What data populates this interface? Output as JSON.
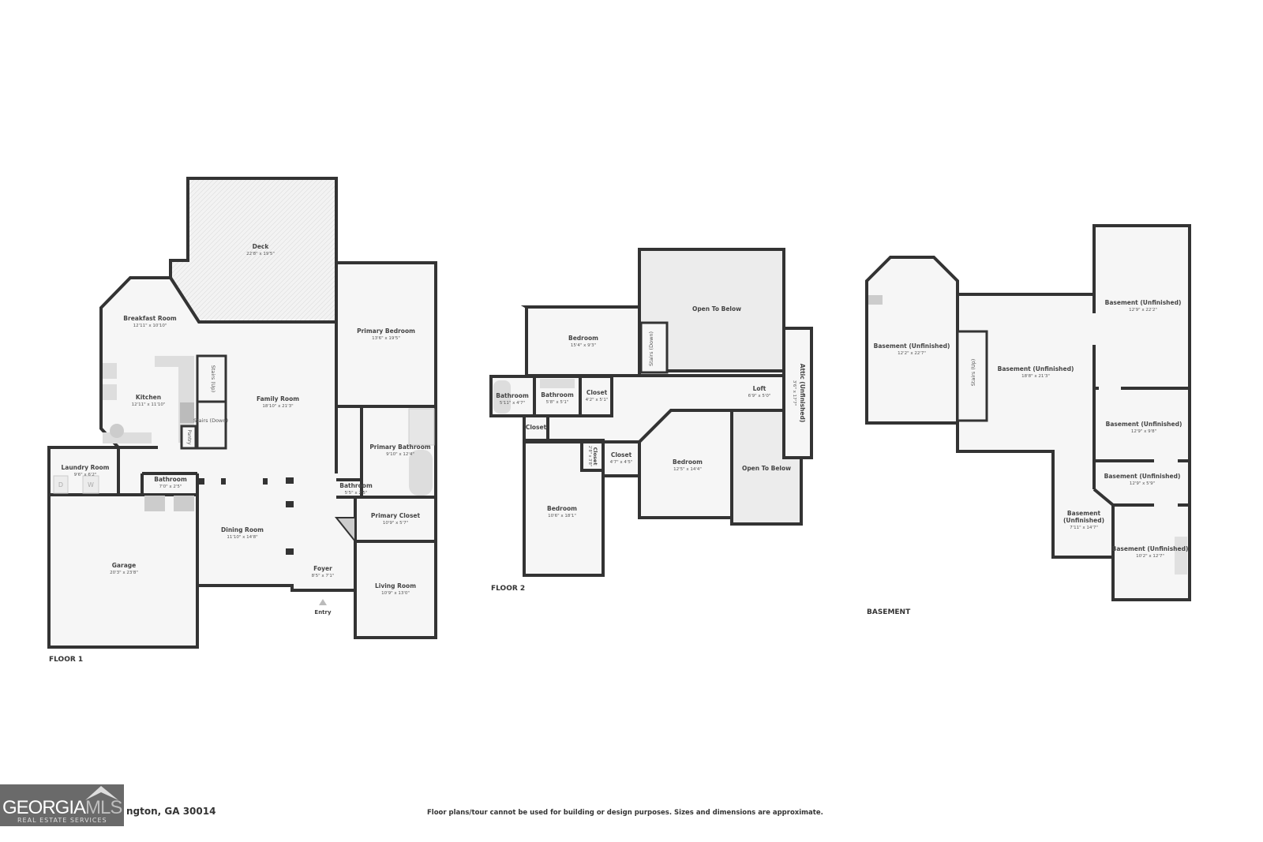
{
  "floor1": {
    "label": "FLOOR 1",
    "entry": "Entry",
    "rooms": [
      {
        "name": "Deck",
        "dims": "22'8\" x 19'5\""
      },
      {
        "name": "Breakfast Room",
        "dims": "12'11\" x 10'10\""
      },
      {
        "name": "Primary Bedroom",
        "dims": "13'6\" x 19'5\""
      },
      {
        "name": "Kitchen",
        "dims": "12'11\" x 11'10\""
      },
      {
        "name": "Family Room",
        "dims": "18'10\" x 21'3\""
      },
      {
        "name": "Primary Bathroom",
        "dims": "9'10\" x 12'4\""
      },
      {
        "name": "Laundry Room",
        "dims": "9'6\" x 6'2\""
      },
      {
        "name": "Bathroom",
        "dims": "7'0\" x 2'5\""
      },
      {
        "name": "Bathroom",
        "dims": "5'5\" x 2'5\""
      },
      {
        "name": "Primary Closet",
        "dims": "10'9\" x 5'7\""
      },
      {
        "name": "Dining Room",
        "dims": "11'10\" x 14'8\""
      },
      {
        "name": "Garage",
        "dims": "20'3\" x 23'8\""
      },
      {
        "name": "Foyer",
        "dims": "8'5\" x 7'1\""
      },
      {
        "name": "Living Room",
        "dims": "10'9\" x 13'0\""
      }
    ],
    "stairs_up": "Stairs (Up)",
    "stairs_down": "Stairs (Down)",
    "pantry": "Pantry",
    "appliances": {
      "dryer": "D",
      "washer": "W"
    }
  },
  "floor2": {
    "label": "FLOOR 2",
    "rooms": [
      {
        "name": "Open To Below",
        "dims": ""
      },
      {
        "name": "Bedroom",
        "dims": "15'4\" x 9'3\""
      },
      {
        "name": "Bathroom",
        "dims": "5'11\" x 4'7\""
      },
      {
        "name": "Bathroom",
        "dims": "5'8\" x 5'1\""
      },
      {
        "name": "Closet",
        "dims": "4'2\" x 5'1\""
      },
      {
        "name": "Loft",
        "dims": "6'9\" x 5'0\""
      },
      {
        "name": "Closet",
        "dims": ""
      },
      {
        "name": "Closet",
        "dims": "4'7\" x 4'5\""
      },
      {
        "name": "Bedroom",
        "dims": "12'5\" x 14'4\""
      },
      {
        "name": "Open To Below",
        "dims": ""
      },
      {
        "name": "Bedroom",
        "dims": "10'6\" x 18'1\""
      }
    ],
    "stairs_down": "Stairs (Down)",
    "attic": {
      "name": "Attic (Unfinished)",
      "dims": "3'6\" x 17'7\""
    },
    "closet_small": {
      "name": "Closet",
      "dims": "2'8\" x 3'8\""
    }
  },
  "basement": {
    "label": "BASEMENT",
    "rooms": [
      {
        "name": "Basement (Unfinished)",
        "dims": "12'2\" x 22'7\""
      },
      {
        "name": "Basement (Unfinished)",
        "dims": "18'8\" x 21'3\""
      },
      {
        "name": "Basement (Unfinished)",
        "dims": "12'9\" x 22'2\""
      },
      {
        "name": "Basement (Unfinished)",
        "dims": "12'9\" x 9'8\""
      },
      {
        "name": "Basement (Unfinished)",
        "dims": "12'9\" x 5'9\""
      },
      {
        "name": "Basement (Unfinished)",
        "dims": "10'2\" x 12'7\""
      }
    ],
    "narrow_room": {
      "line1": "Basement",
      "line2": "(Unfinished)",
      "dims": "7'11\" x 14'7\""
    },
    "stairs_up": "Stairs (Up)"
  },
  "footer": {
    "address": "ngton, GA 30014",
    "disclaimer": "Floor plans/tour cannot be used for building or design purposes. Sizes and dimensions are approximate.",
    "logo": {
      "main": "GEORGIA",
      "accent": "MLS",
      "sub": "REAL ESTATE SERVICES"
    }
  }
}
